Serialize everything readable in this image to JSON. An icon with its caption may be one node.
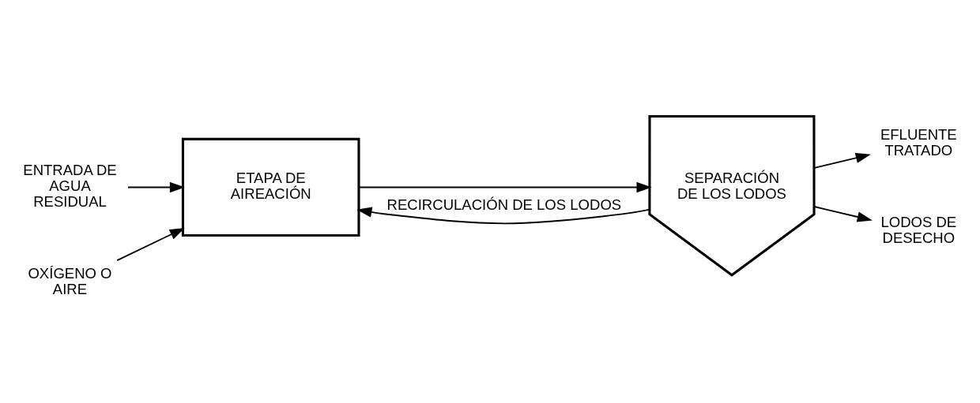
{
  "diagram": {
    "nodes": [
      {
        "text": [
          "ENTRADA DE AGUA RESIDUAL"
        ]
      },
      {
        "text": [
          "ETAPA DE AIREACIÓN"
        ]
      },
      {
        "text": [
          "OXÍGENO O AIRE"
        ]
      },
      {
        "text": [
          "SEPARACIÓN DE LOS LODOS"
        ]
      },
      {
        "text": [
          "EFLUENTE TRATADO"
        ]
      },
      {
        "text": [
          "LODOS DE DESECHO"
        ]
      }
    ],
    "edges": [
      {
        "from": 0,
        "to": 1,
        "arrow": "to"
      },
      {
        "from": 2,
        "to": 1,
        "arrow": "to"
      },
      {
        "from": 1,
        "to": 3,
        "arrow": "to"
      },
      {
        "from": 3,
        "to": 4,
        "arrow": "to"
      },
      {
        "from": 3,
        "to": 1,
        "arrow": "to",
        "label": "RECIRCULACIÓN DE LOS LODOS"
      },
      {
        "from": 3,
        "to": 5,
        "arrow": "to"
      }
    ]
  }
}
